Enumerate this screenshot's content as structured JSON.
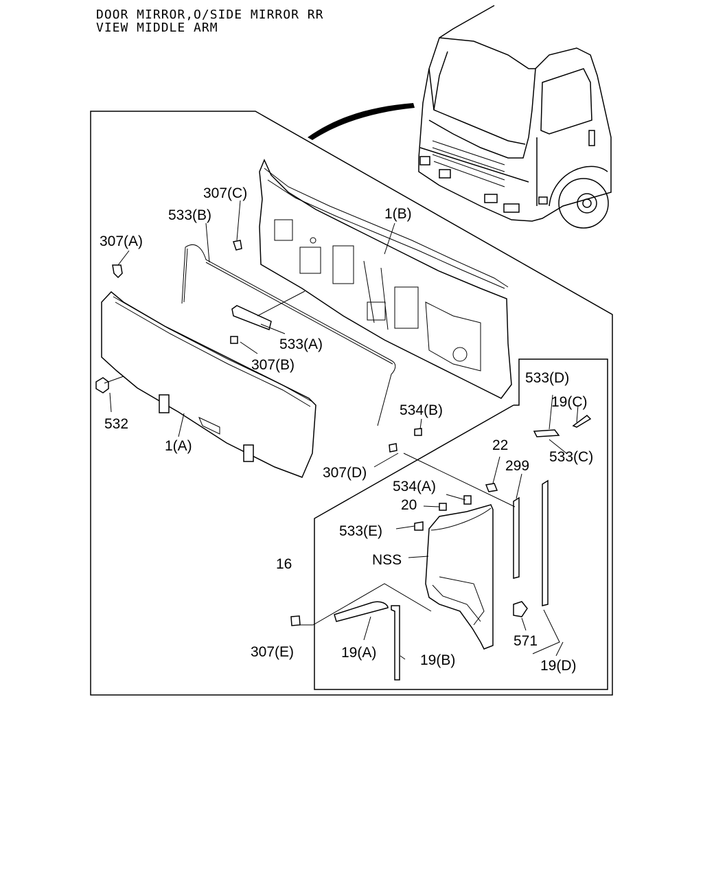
{
  "header": {
    "line1": "DOOR MIRROR,O/SIDE MIRROR RR",
    "line2": "VIEW MIDDLE ARM"
  },
  "callouts": {
    "c307C": "307(C)",
    "c533B": "533(B)",
    "c1B": "1(B)",
    "c307A": "307(A)",
    "c533A": "533(A)",
    "c307B": "307(B)",
    "c532": "532",
    "c1A": "1(A)",
    "c534B": "534(B)",
    "c307D": "307(D)",
    "c533D": "533(D)",
    "c19C": "19(C)",
    "c533C": "533(C)",
    "c22": "22",
    "c299": "299",
    "c534A": "534(A)",
    "c20": "20",
    "c533E": "533(E)",
    "cNSS": "NSS",
    "c16": "16",
    "c307E": "307(E)",
    "c19A": "19(A)",
    "c19B": "19(B)",
    "c571": "571",
    "c19D": "19(D)"
  }
}
